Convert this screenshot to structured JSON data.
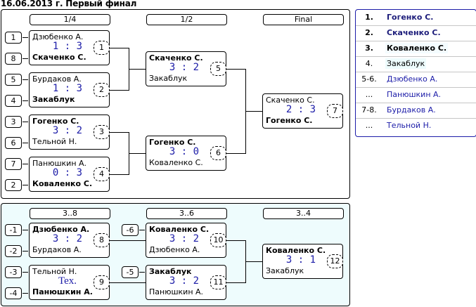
{
  "title": "16.06.2013 г. Первый финал",
  "main_bracket": {
    "round_headers": [
      "1/4",
      "1/2",
      "Final"
    ],
    "seeds": [
      "1",
      "8",
      "5",
      "4",
      "3",
      "6",
      "7",
      "2"
    ],
    "matches": [
      {
        "num": "1",
        "p1": "Дзюбенко А.",
        "p2": "Скаченко С.",
        "score": "1 : 3",
        "winner": 2
      },
      {
        "num": "2",
        "p1": "Бурдаков А.",
        "p2": "Закаблук",
        "score": "1 : 3",
        "winner": 2
      },
      {
        "num": "3",
        "p1": "Гогенко С.",
        "p2": "Тельной Н.",
        "score": "3 : 2",
        "winner": 1
      },
      {
        "num": "4",
        "p1": "Панюшкин А.",
        "p2": "Коваленко С.",
        "score": "0 : 3",
        "winner": 2
      },
      {
        "num": "5",
        "p1": "Скаченко С.",
        "p2": "Закаблук",
        "score": "3 : 2",
        "winner": 1
      },
      {
        "num": "6",
        "p1": "Гогенко С.",
        "p2": "Коваленко С.",
        "score": "3 : 0",
        "winner": 1
      },
      {
        "num": "7",
        "p1": "Скаченко С.",
        "p2": "Гогенко С.",
        "score": "2 : 3",
        "winner": 2
      }
    ]
  },
  "consolation_bracket": {
    "round_headers": [
      "3..8",
      "3..6",
      "3..4"
    ],
    "seeds": [
      "-1",
      "-2",
      "-3",
      "-4",
      "-6",
      "-5"
    ],
    "matches": [
      {
        "num": "8",
        "p1": "Дзюбенко А.",
        "p2": "Бурдаков А.",
        "score": "3 : 2",
        "winner": 1
      },
      {
        "num": "9",
        "p1": "Тельной Н.",
        "p2": "Панюшкин А.",
        "score": "Tex.",
        "winner": 2
      },
      {
        "num": "10",
        "p1": "Коваленко С.",
        "p2": "Дзюбенко А.",
        "score": "3 : 2",
        "winner": 1
      },
      {
        "num": "11",
        "p1": "Закаблук",
        "p2": "Панюшкин А.",
        "score": "3 : 2",
        "winner": 1
      },
      {
        "num": "12",
        "p1": "Коваленко С.",
        "p2": "Закаблук",
        "score": "3 : 1",
        "winner": 1
      }
    ]
  },
  "standings": [
    {
      "place": "1.",
      "name": "Гогенко С."
    },
    {
      "place": "2.",
      "name": "Скаченко С."
    },
    {
      "place": "3.",
      "name": "Коваленко С."
    },
    {
      "place": "4.",
      "name": "Закаблук"
    },
    {
      "place": "5-6.",
      "name": "Дзюбенко А."
    },
    {
      "place": "...",
      "name": "Панюшкин А."
    },
    {
      "place": "7-8.",
      "name": "Бурдаков А."
    },
    {
      "place": "...",
      "name": "Тельной Н."
    }
  ],
  "colors": {
    "score": "#1c1ca8",
    "consolation_bg": "#eefcfd",
    "standings_border": "#1c1ca8"
  }
}
